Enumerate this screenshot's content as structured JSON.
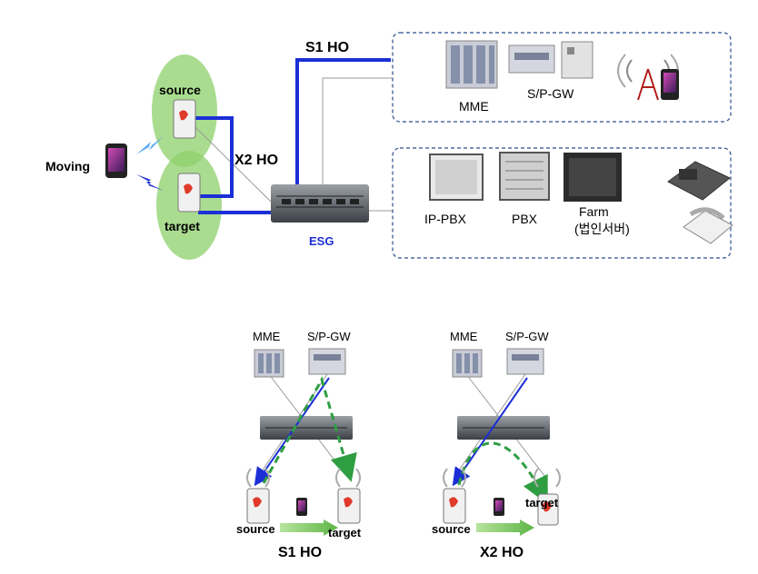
{
  "top": {
    "s1_ho": "S1 HO",
    "x2_ho": "X2 HO",
    "moving": "Moving",
    "source": "source",
    "target": "target",
    "esg": "ESG",
    "core": {
      "mme": "MME",
      "spgw": "S/P-GW"
    },
    "enterprise": {
      "ippbx": "IP-PBX",
      "pbx": "PBX",
      "farm": "Farm",
      "farm_sub": "(법인서버)"
    }
  },
  "bottom_s1": {
    "mme": "MME",
    "spgw": "S/P-GW",
    "source": "source",
    "target": "target",
    "caption": "S1 HO"
  },
  "bottom_x2": {
    "mme": "MME",
    "spgw": "S/P-GW",
    "source": "source",
    "target": "target",
    "caption": "X2 HO"
  },
  "colors": {
    "blue": "#1c2fd6",
    "green": "#2f9e43",
    "ellipse": "#8ed06b",
    "dashed_box": "#2b4f8f"
  }
}
